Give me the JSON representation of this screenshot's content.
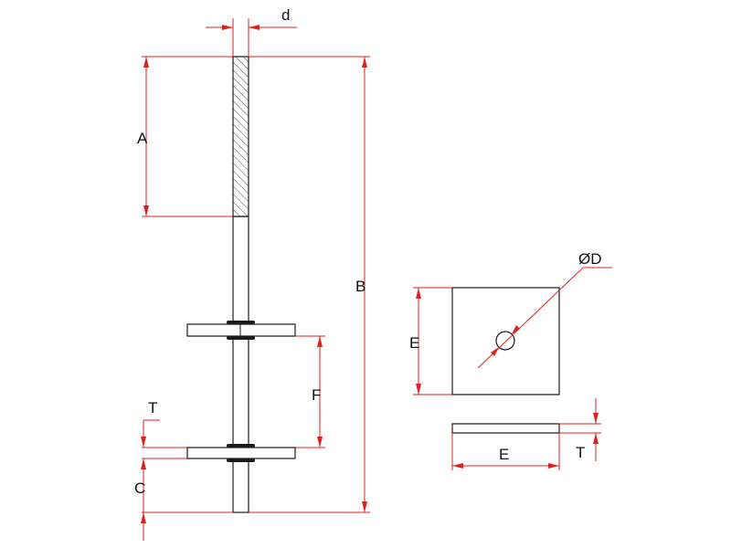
{
  "labels": {
    "d": "d",
    "A": "A",
    "B": "B",
    "F": "F",
    "T_left": "T",
    "C": "C",
    "D": "ØD",
    "E_plate": "E",
    "E_side": "E",
    "T_side": "T"
  },
  "colors": {
    "dimension": "#e0201c",
    "outline": "#1a1a1a",
    "background": "#ffffff"
  }
}
